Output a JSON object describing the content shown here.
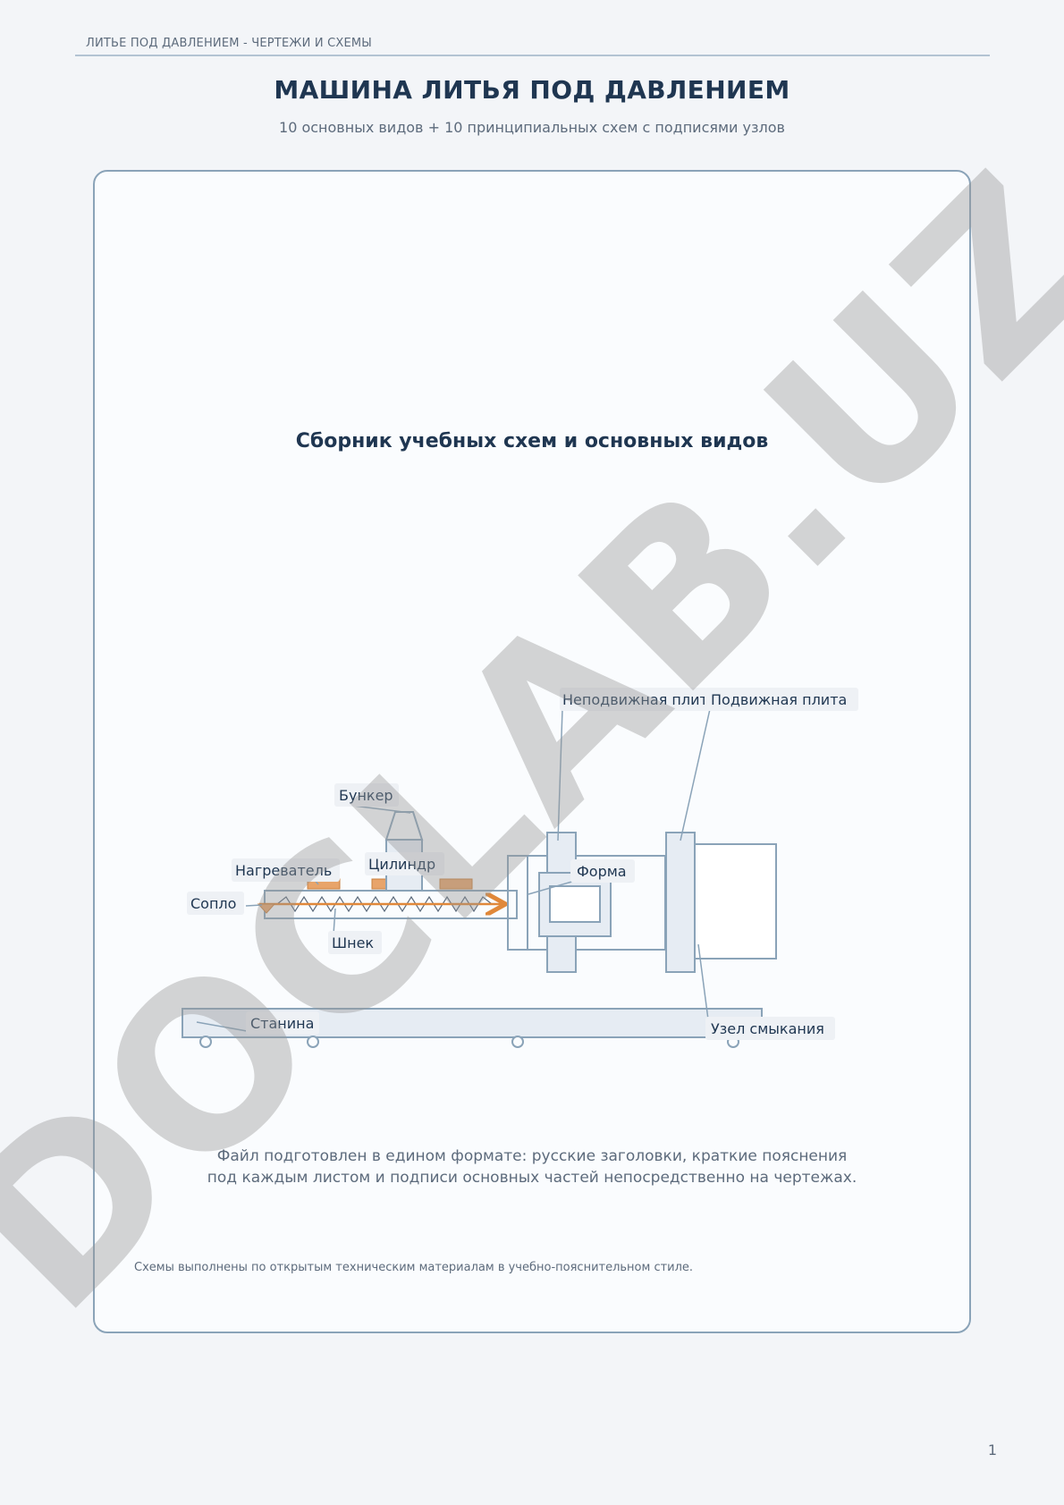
{
  "header": {
    "running_title": "ЛИТЬЕ ПОД ДАВЛЕНИЕМ - ЧЕРТЕЖИ И СХЕМЫ",
    "title": "МАШИНА ЛИТЬЯ ПОД ДАВЛЕНИЕМ",
    "subtitle": "10 основных видов + 10 принципиальных схем с подписями узлов"
  },
  "card": {
    "heading": "Сборник учебных схем и основных видов",
    "description": "Файл подготовлен в едином формате: русские заголовки, краткие пояснения под каждым листом и подписи основных частей непосредственно на чертежах.",
    "footnote": "Схемы выполнены по открытым техническим материалам в учебно-пояснительном стиле."
  },
  "diagram": {
    "labels": {
      "hopper": "Бункер",
      "heater": "Нагреватель",
      "cylinder": "Цилиндр",
      "nozzle": "Сопло",
      "screw": "Шнек",
      "mold": "Форма",
      "fixed_platen": "Неподвижная плита",
      "moving_platen": "Подвижная плита",
      "frame": "Станина",
      "clamp_unit": "Узел смыкания"
    },
    "colors": {
      "outline": "#8aa3b8",
      "fill": "#e6ecf3",
      "heater": "#e8a46a",
      "flow_arrow": "#e0883a"
    }
  },
  "watermark": "DOCLAB.UZ",
  "page_number": "1"
}
